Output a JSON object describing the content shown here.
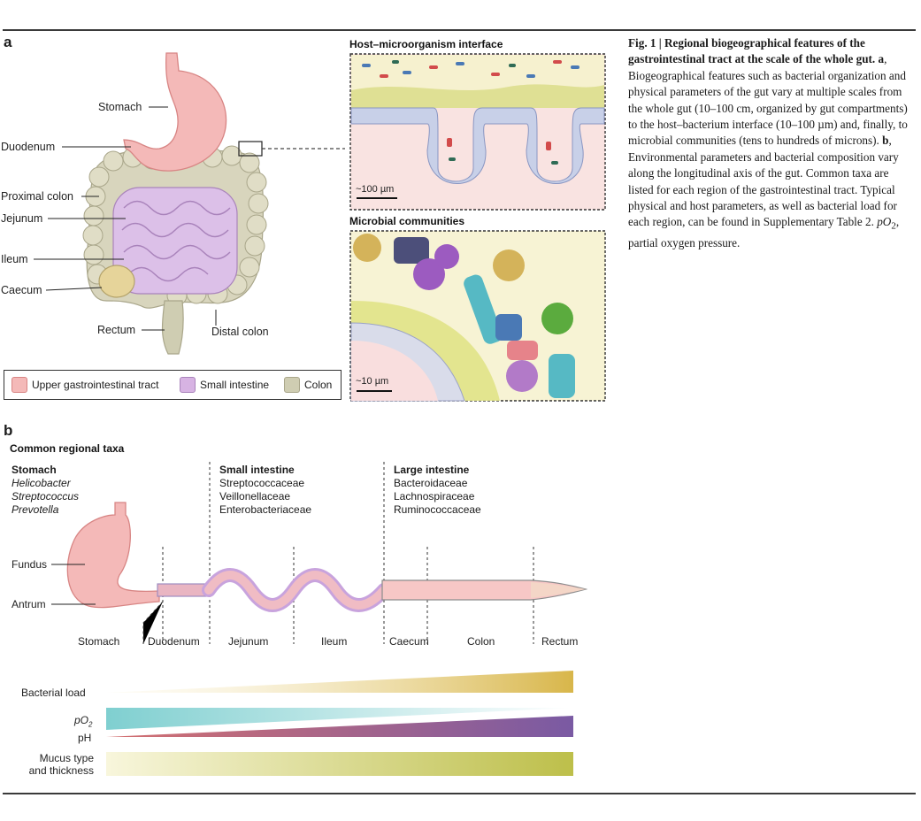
{
  "panel_a": {
    "letter": "a",
    "anatomy_labels": {
      "stomach": "Stomach",
      "duodenum": "Duodenum",
      "proximal_colon": "Proximal colon",
      "jejunum": "Jejunum",
      "ileum": "Ileum",
      "caecum": "Caecum",
      "rectum": "Rectum",
      "distal_colon": "Distal colon"
    },
    "legend": [
      {
        "label": "Upper gastrointestinal tract",
        "color": "#f4b9b8"
      },
      {
        "label": "Small intestine",
        "color": "#d7b3e3"
      },
      {
        "label": "Colon",
        "color": "#cfcdb2"
      }
    ],
    "inset_top": {
      "title": "Host–microorganism interface",
      "scale_bar": "~100 µm"
    },
    "inset_bottom": {
      "title": "Microbial communities",
      "scale_bar": "~10 µm"
    }
  },
  "caption": {
    "fig_label": "Fig. 1 | Regional biogeographical features of the gastrointestinal tract at the scale of the whole gut.",
    "part_a_letter": "a",
    "part_a_text": ", Biogeographical features such as bacterial organization and physical parameters of the gut vary at multiple scales from the whole gut (10–100 cm, organized by gut compartments) to the host–bacterium interface (10–100 µm) and, finally, to microbial communities (tens to hundreds of microns).",
    "part_b_letter": "b",
    "part_b_text": ", Environmental parameters and bacterial composition vary along the longitudinal axis of the gut. Common taxa are listed for each region of the gastrointestinal tract. Typical physical and host parameters, as well as bacterial load for each region, can be found in Supplementary Table 2.",
    "po2_symbol": "pO",
    "po2_sub": "2",
    "po2_def": ", partial oxygen pressure."
  },
  "panel_b": {
    "letter": "b",
    "heading": "Common regional taxa",
    "taxa": [
      {
        "region": "Stomach",
        "items": [
          "Helicobacter",
          "Streptococcus",
          "Prevotella"
        ],
        "italic": true
      },
      {
        "region": "Small intestine",
        "items": [
          "Streptococcaceae",
          "Veillonellaceae",
          "Enterobacteriaceae"
        ],
        "italic": false
      },
      {
        "region": "Large intestine",
        "items": [
          "Bacteroidaceae",
          "Lachnospiraceae",
          "Ruminococcaceae"
        ],
        "italic": false
      }
    ],
    "stomach_parts": {
      "fundus": "Fundus",
      "antrum": "Antrum"
    },
    "regions": [
      "Stomach",
      "Duodenum",
      "Jejunum",
      "Ileum",
      "Caecum",
      "Colon",
      "Rectum"
    ],
    "gradients": {
      "bacterial_load": "Bacterial load",
      "po2": "pO",
      "po2_sub": "2",
      "ph": "pH",
      "mucus_line1": "Mucus type",
      "mucus_line2": "and thickness"
    },
    "gradient_colors": {
      "bacterial_load": "#d8b64a",
      "po2": "#7fcfd0",
      "ph": "#7a5aa3",
      "mucus": "#bdbf4a"
    }
  }
}
